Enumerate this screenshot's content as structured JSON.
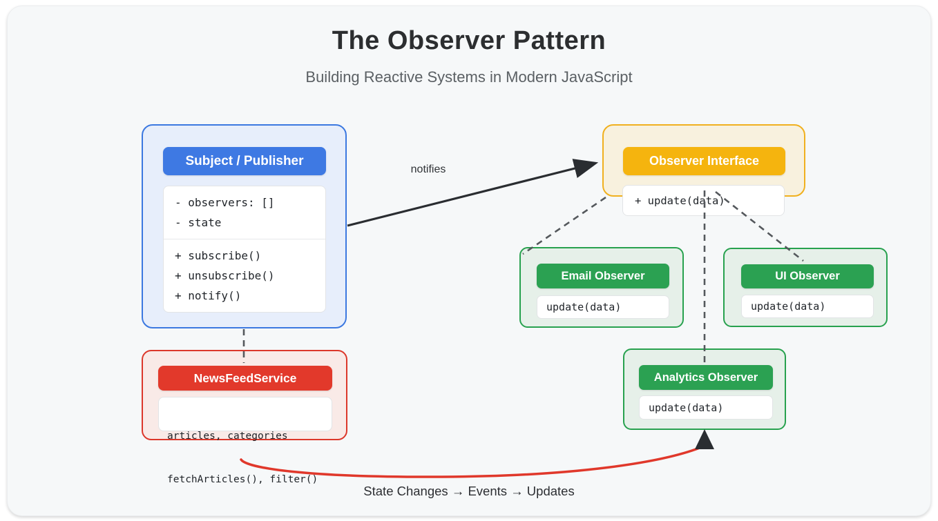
{
  "header": {
    "title": "The Observer Pattern",
    "subtitle": "Building Reactive Systems in Modern JavaScript"
  },
  "classes": {
    "subject": {
      "title": "Subject / Publisher",
      "attributes": [
        "- observers: []",
        "- state"
      ],
      "methods": [
        "+ subscribe()",
        "+ unsubscribe()",
        "+ notify()"
      ]
    },
    "observer_interface": {
      "title": "Observer Interface",
      "method": "+ update(data)"
    },
    "email_observer": {
      "title": "Email Observer",
      "method": "update(data)"
    },
    "ui_observer": {
      "title": "UI Observer",
      "method": "update(data)"
    },
    "analytics_observer": {
      "title": "Analytics Observer",
      "method": "update(data)"
    },
    "news_feed_service": {
      "title": "NewsFeedService",
      "lines": [
        "articles, categories",
        "fetchArticles(), filter()"
      ]
    }
  },
  "labels": {
    "notifies": "notifies",
    "flow": "State Changes → Events → Updates"
  },
  "colors": {
    "card_background": "#f6f8f9",
    "subject_accent": "#3e79e3",
    "observer_interface_accent": "#f5b40e",
    "observer_accent": "#2ba152",
    "service_accent": "#e2392b",
    "arrow": "#2a2d31",
    "dashed_line": "#54585c",
    "flow_curve": "#e0382b"
  }
}
